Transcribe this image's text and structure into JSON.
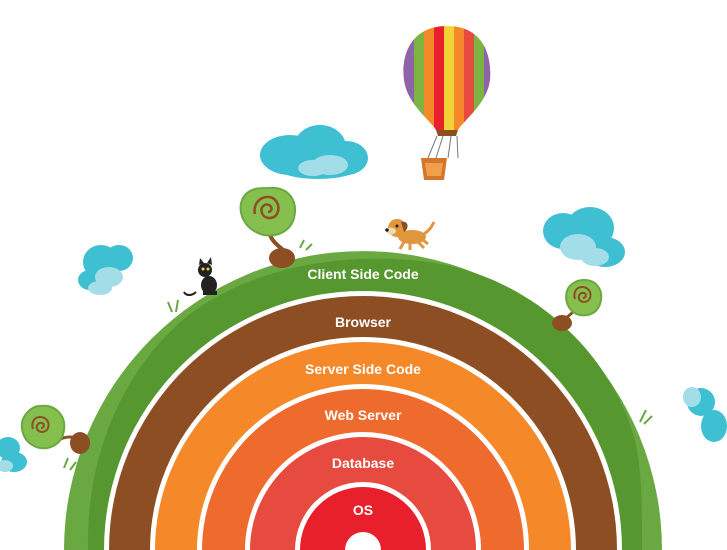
{
  "diagram": {
    "layers": [
      {
        "label": "Client Side Code",
        "color": "#6aa842"
      },
      {
        "label": "Browser",
        "color": "#8e4e23"
      },
      {
        "label": "Server Side Code",
        "color": "#f5892a"
      },
      {
        "label": "Web Server",
        "color": "#ef6a2d"
      },
      {
        "label": "Database",
        "color": "#e74a3e"
      },
      {
        "label": "OS",
        "color": "#e8202b"
      }
    ],
    "colors": {
      "grass_dark": "#57972f",
      "separator": "#ffffff",
      "cloud": "#3fbfd2",
      "cloud_light": "#a3dde8",
      "tree_leaf": "#85bf4e",
      "tree_swirl": "#8e4e23",
      "trunk": "#8e4e23"
    },
    "decorations": {
      "balloon": "hot-air-balloon-icon",
      "dog": "dog-icon",
      "cat": "cat-icon",
      "clouds": "cloud-icon",
      "trees": "swirl-tree-icon"
    }
  }
}
